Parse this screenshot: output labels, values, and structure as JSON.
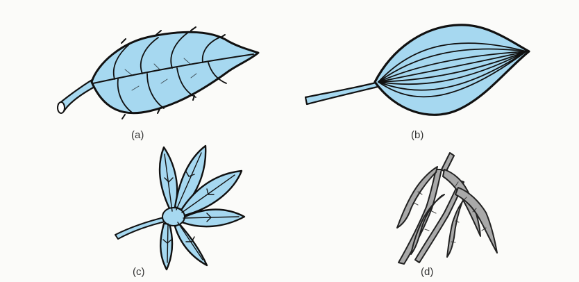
{
  "figure": {
    "colors": {
      "leaf_fill": "#a6d8f0",
      "outline": "#111111",
      "dry_fill": "#a9a9a9",
      "background": "#fbfbf9"
    },
    "panels": [
      {
        "id": "a",
        "label": "(a)"
      },
      {
        "id": "b",
        "label": "(b)"
      },
      {
        "id": "c",
        "label": "(c)"
      },
      {
        "id": "d",
        "label": "(d)"
      }
    ]
  }
}
